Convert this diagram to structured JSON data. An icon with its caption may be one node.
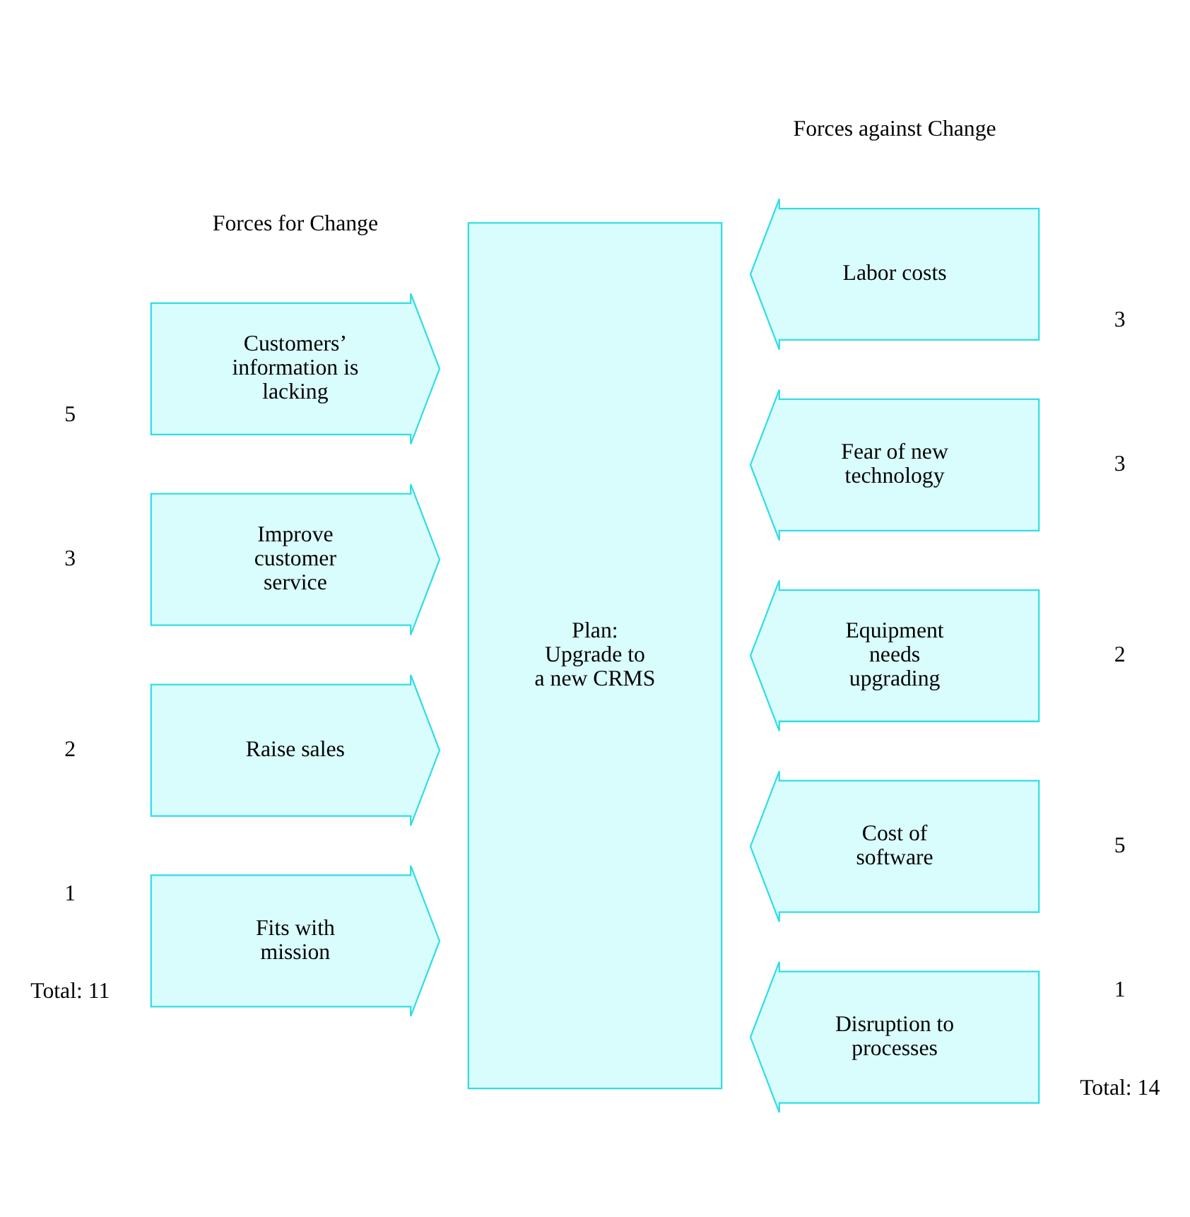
{
  "diagram": {
    "nodes": [
      {
        "text": [
          "Customers’ information is lacking"
        ],
        "beside": [
          "5"
        ]
      },
      {
        "text": [
          "Improve customer service"
        ],
        "beside": [
          "3"
        ]
      },
      {
        "text": [
          "Raise sales"
        ],
        "beside": [
          "2"
        ]
      },
      {
        "text": [
          "Fits with mission"
        ],
        "beside": [
          "1"
        ]
      },
      {
        "text": [
          "Plan: Upgrade to a new CRMS"
        ]
      },
      {
        "text": [
          "Labor costs"
        ],
        "beside": [
          "3"
        ]
      },
      {
        "text": [
          "Fear of new technology"
        ],
        "beside": [
          "3"
        ]
      },
      {
        "text": [
          "Equipment needs upgrading"
        ],
        "beside": [
          "2"
        ]
      },
      {
        "text": [
          "Cost of software"
        ],
        "beside": [
          "5"
        ]
      },
      {
        "text": [
          "Disruption to processes"
        ],
        "beside": [
          "1"
        ]
      }
    ],
    "edges": [],
    "labels": [
      "Forces for Change",
      "Forces against Change",
      "Total: 11",
      "Total: 14"
    ]
  }
}
